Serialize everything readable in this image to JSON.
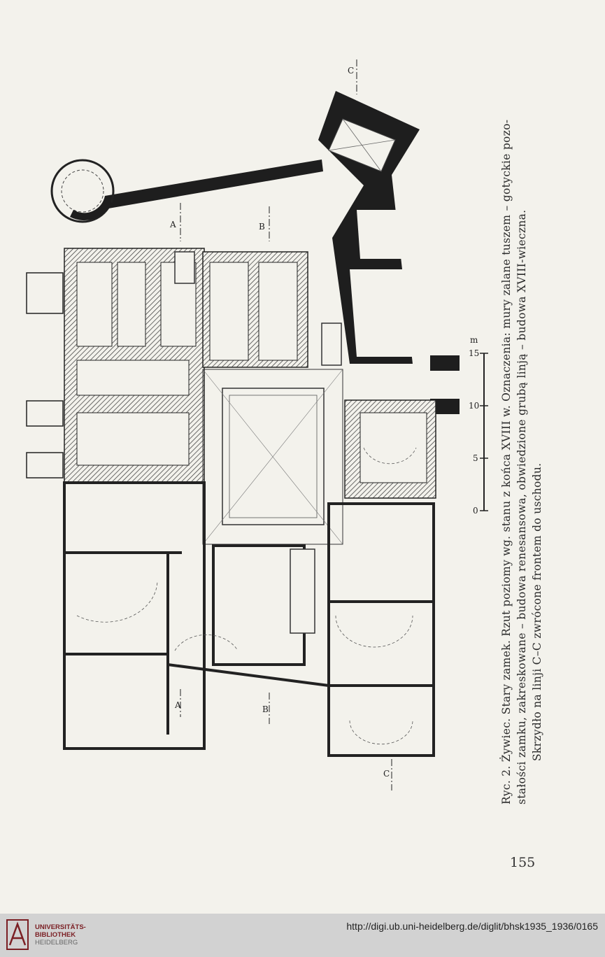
{
  "figure": {
    "section_labels": {
      "a": "A",
      "b": "B",
      "c": "C"
    },
    "scale": {
      "ticks": [
        "0",
        "5",
        "10",
        "15"
      ],
      "unit": "m"
    }
  },
  "caption": {
    "line1": "Ryc. 2. Żywiec. Stary zamek. Rzut poziomy wg. stanu z końca XVIII w. Oznaczenia: mury zalane tuszem – gotyckie pozo-",
    "line2": "stałości zamku, zakreskowane – budowa renesansowa, obwiedzione grubą linją – budowa XVIII-wieczna.",
    "line3": "Skrzydło na linji C–C zwrócone frontem do uschodu."
  },
  "page_number": "155",
  "footer": {
    "library_line1": "UNIVERSITÄTS-",
    "library_line2": "BIBLIOTHEK",
    "library_line3": "HEIDELBERG",
    "url": "http://digi.ub.uni-heidelberg.de/diglit/bhsk1935_1936/0165"
  },
  "colors": {
    "paper": "#f3f2ec",
    "ink": "#222222",
    "footer_bg": "#d2d2d2",
    "library_red": "#7b1f24"
  }
}
